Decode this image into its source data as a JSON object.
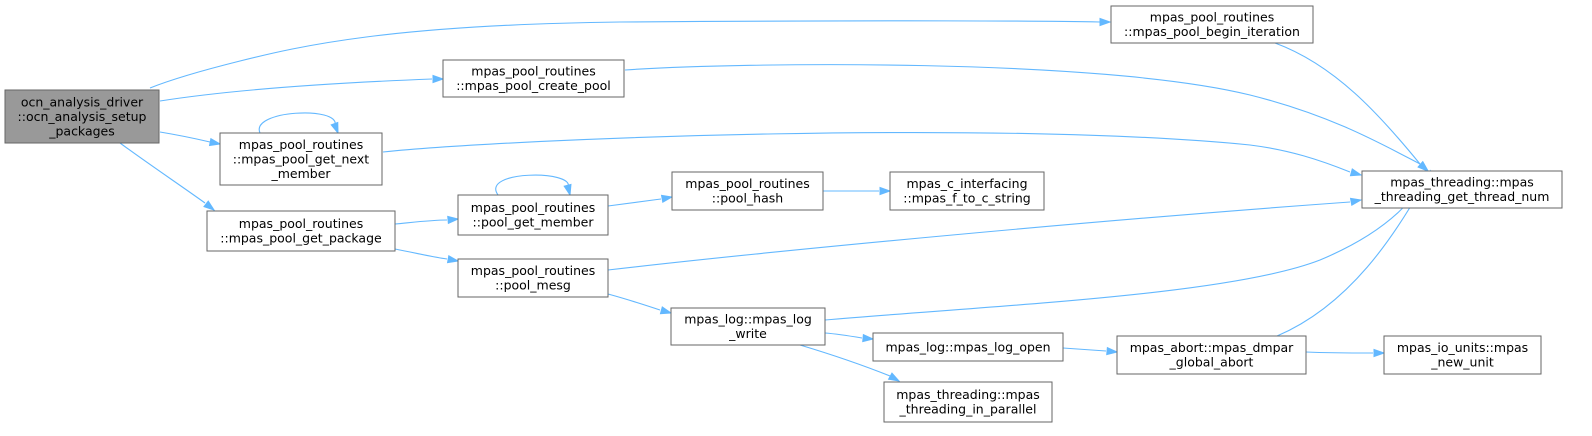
{
  "graph": {
    "nodes": [
      {
        "id": "root",
        "lines": [
          "ocn_analysis_driver",
          "::ocn_analysis_setup",
          "_packages"
        ],
        "root": true
      },
      {
        "id": "begin_iteration",
        "lines": [
          "mpas_pool_routines",
          "::mpas_pool_begin_iteration"
        ]
      },
      {
        "id": "create_pool",
        "lines": [
          "mpas_pool_routines",
          "::mpas_pool_create_pool"
        ]
      },
      {
        "id": "get_next_member",
        "lines": [
          "mpas_pool_routines",
          "::mpas_pool_get_next",
          "_member"
        ]
      },
      {
        "id": "get_package",
        "lines": [
          "mpas_pool_routines",
          "::mpas_pool_get_package"
        ]
      },
      {
        "id": "pool_get_member",
        "lines": [
          "mpas_pool_routines",
          "::pool_get_member"
        ]
      },
      {
        "id": "pool_hash",
        "lines": [
          "mpas_pool_routines",
          "::pool_hash"
        ]
      },
      {
        "id": "f_to_c_string",
        "lines": [
          "mpas_c_interfacing",
          "::mpas_f_to_c_string"
        ]
      },
      {
        "id": "thread_num",
        "lines": [
          "mpas_threading::mpas",
          "_threading_get_thread_num"
        ]
      },
      {
        "id": "pool_mesg",
        "lines": [
          "mpas_pool_routines",
          "::pool_mesg"
        ]
      },
      {
        "id": "log_write",
        "lines": [
          "mpas_log::mpas_log",
          "_write"
        ]
      },
      {
        "id": "log_open",
        "lines": [
          "mpas_log::mpas_log_open"
        ]
      },
      {
        "id": "dmpar_abort",
        "lines": [
          "mpas_abort::mpas_dmpar",
          "_global_abort"
        ]
      },
      {
        "id": "new_unit",
        "lines": [
          "mpas_io_units::mpas",
          "_new_unit"
        ]
      },
      {
        "id": "in_parallel",
        "lines": [
          "mpas_threading::mpas",
          "_threading_in_parallel"
        ]
      }
    ],
    "edges": [
      {
        "from": "root",
        "to": "begin_iteration"
      },
      {
        "from": "root",
        "to": "create_pool"
      },
      {
        "from": "root",
        "to": "get_next_member"
      },
      {
        "from": "root",
        "to": "get_package"
      },
      {
        "from": "begin_iteration",
        "to": "thread_num"
      },
      {
        "from": "create_pool",
        "to": "thread_num"
      },
      {
        "from": "get_next_member",
        "to": "get_next_member"
      },
      {
        "from": "get_next_member",
        "to": "thread_num"
      },
      {
        "from": "get_package",
        "to": "pool_get_member"
      },
      {
        "from": "get_package",
        "to": "pool_mesg"
      },
      {
        "from": "pool_get_member",
        "to": "pool_get_member"
      },
      {
        "from": "pool_get_member",
        "to": "pool_hash"
      },
      {
        "from": "pool_hash",
        "to": "f_to_c_string"
      },
      {
        "from": "pool_mesg",
        "to": "thread_num"
      },
      {
        "from": "pool_mesg",
        "to": "log_write"
      },
      {
        "from": "log_write",
        "to": "thread_num"
      },
      {
        "from": "log_write",
        "to": "log_open"
      },
      {
        "from": "log_write",
        "to": "in_parallel"
      },
      {
        "from": "log_open",
        "to": "dmpar_abort"
      },
      {
        "from": "dmpar_abort",
        "to": "thread_num"
      },
      {
        "from": "dmpar_abort",
        "to": "new_unit"
      }
    ]
  }
}
